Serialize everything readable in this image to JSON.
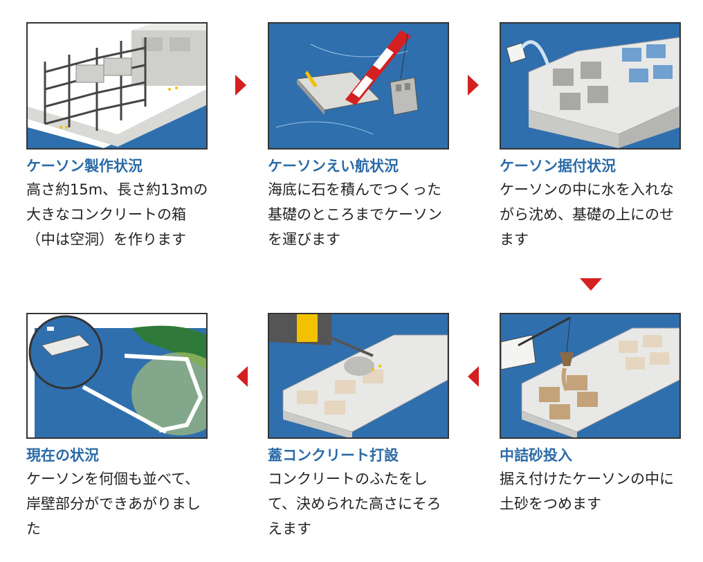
{
  "steps": [
    {
      "id": "caisson-fabrication",
      "title": "ケーソン製作状況",
      "desc": "高さ約15m、長さ約13mの大きなコンクリートの箱（中は空洞）を作ります"
    },
    {
      "id": "caisson-towing",
      "title": "ケーソンえい航状況",
      "desc": "海底に石を積んでつくった基礎のところまでケーソンを運びます"
    },
    {
      "id": "caisson-installation",
      "title": "ケーソン据付状況",
      "desc": "ケーソンの中に水を入れながら沈め、基礎の上にのせます"
    },
    {
      "id": "sand-filling",
      "title": "中詰砂投入",
      "desc": "据え付けたケーソンの中に土砂をつめます"
    },
    {
      "id": "cap-concrete",
      "title": "蓋コンクリート打設",
      "desc": "コンクリートのふたをして、決められた高さにそろえます"
    },
    {
      "id": "current-status",
      "title": "現在の状況",
      "desc": "ケーソンを何個も並べて、岸壁部分ができあがりました"
    }
  ],
  "colors": {
    "title": "#2a6aa6",
    "arrow": "#d42020",
    "sea": "#2f6fae",
    "concrete": "#e8e8e6"
  },
  "arrows": {
    "row1_1": "arrow-right-icon",
    "row1_2": "arrow-right-icon",
    "down": "arrow-down-icon",
    "row2_1": "arrow-left-icon",
    "row2_2": "arrow-left-icon"
  }
}
